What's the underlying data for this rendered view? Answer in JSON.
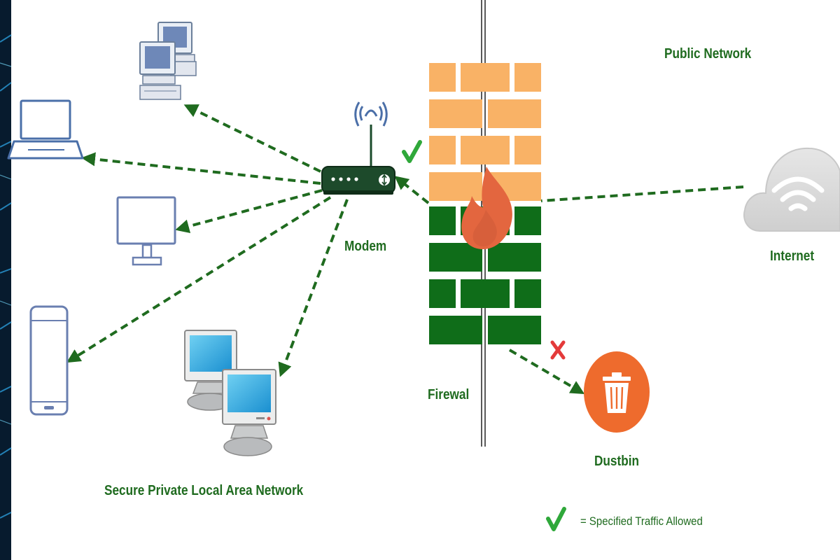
{
  "labels": {
    "public_network": "Public Network",
    "modem": "Modem",
    "firewall": "Firewal",
    "internet": "Internet",
    "dustbin": "Dustbin",
    "lan": "Secure Private Local Area Network"
  },
  "legend": {
    "allowed_text": "= Specified Traffic Allowed"
  },
  "icons": {
    "allowed": "check-icon",
    "blocked": "cross-icon",
    "router": "modem-icon",
    "wall": "firewall-icon",
    "cloud": "cloud-wifi-icon",
    "bin": "trash-icon"
  },
  "colors": {
    "arrow": "#1f6b1f",
    "label": "#1f6b1f",
    "brick_top": "#f9b266",
    "brick_bottom": "#0f6d19",
    "flame": "#e3663f",
    "dustbin": "#ee6b2d",
    "cloud": "#d9d9d9",
    "check": "#2fa83a",
    "cross": "#e43a3a"
  }
}
